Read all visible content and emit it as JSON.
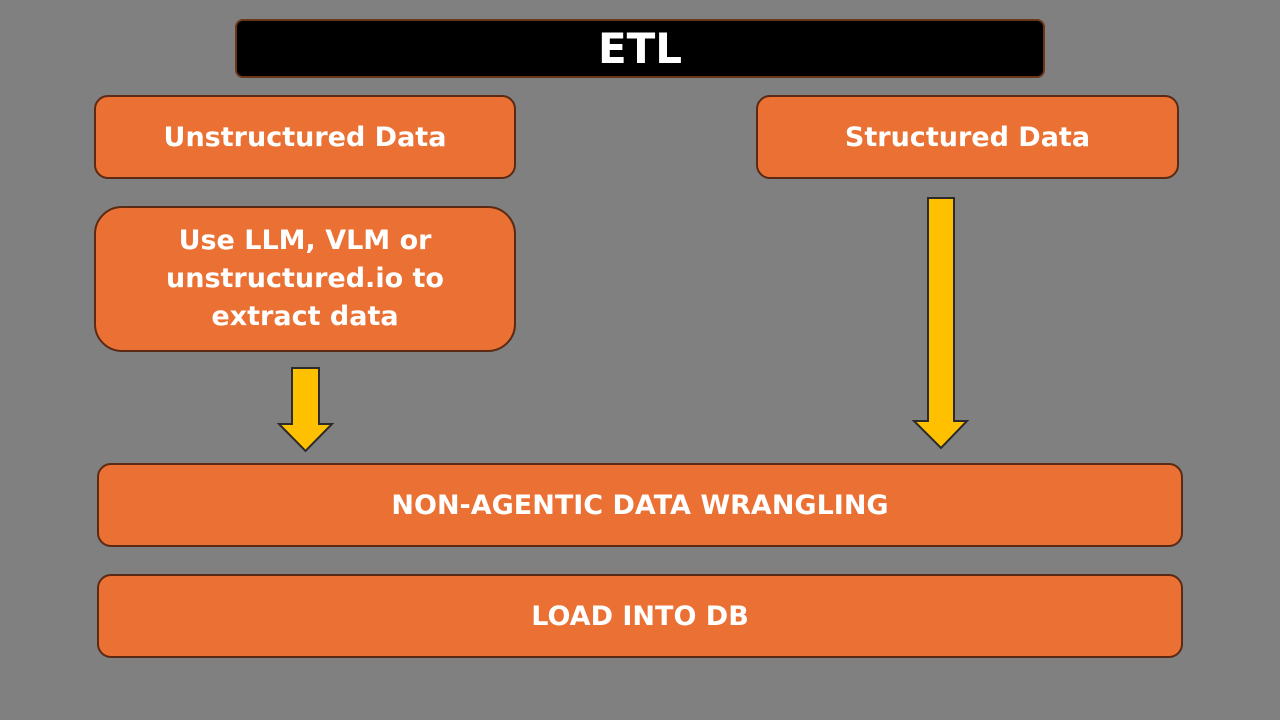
{
  "title": "ETL",
  "boxes": {
    "unstructured": "Unstructured Data",
    "structured": "Structured Data",
    "extract": "Use LLM, VLM or unstructured.io to extract data",
    "wrangling": "NON-AGENTIC DATA WRANGLING",
    "load": "LOAD INTO DB"
  },
  "colors": {
    "background": "#808080",
    "box_fill": "#ea7133",
    "title_fill": "#000000",
    "arrow_fill": "#ffc000",
    "text": "#ffffff"
  },
  "icons": {
    "left_arrow": "down-arrow-icon",
    "right_arrow": "down-arrow-icon"
  }
}
